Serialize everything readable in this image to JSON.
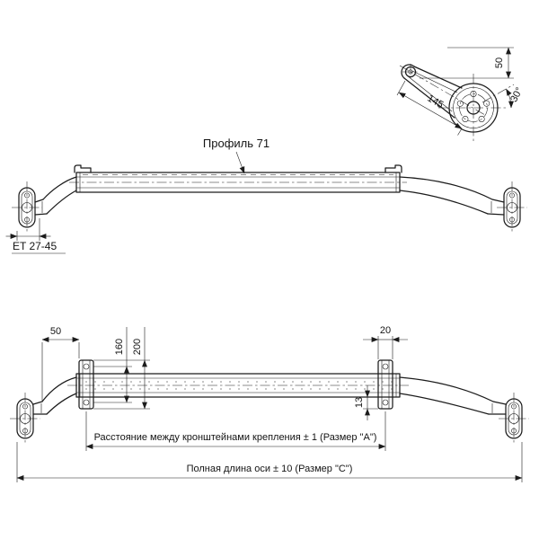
{
  "drawing": {
    "labels": {
      "profile": "Профиль 71",
      "offset_range": "ET 27-45",
      "bracket_distance": "Расстояние между кронштейнами крепления ± 1 (Размер \"А\")",
      "overall_length": "Полная длина оси ± 10 (Размер \"С\")"
    },
    "dims": {
      "hub_offset": "50",
      "hub_angle": "30°",
      "arm_length": "145",
      "flange_to_bracket": "50",
      "bracket_hole_spacing": "160",
      "bracket_plate_height": "200",
      "bracket_width": "20",
      "bracket_drop": "13"
    }
  }
}
